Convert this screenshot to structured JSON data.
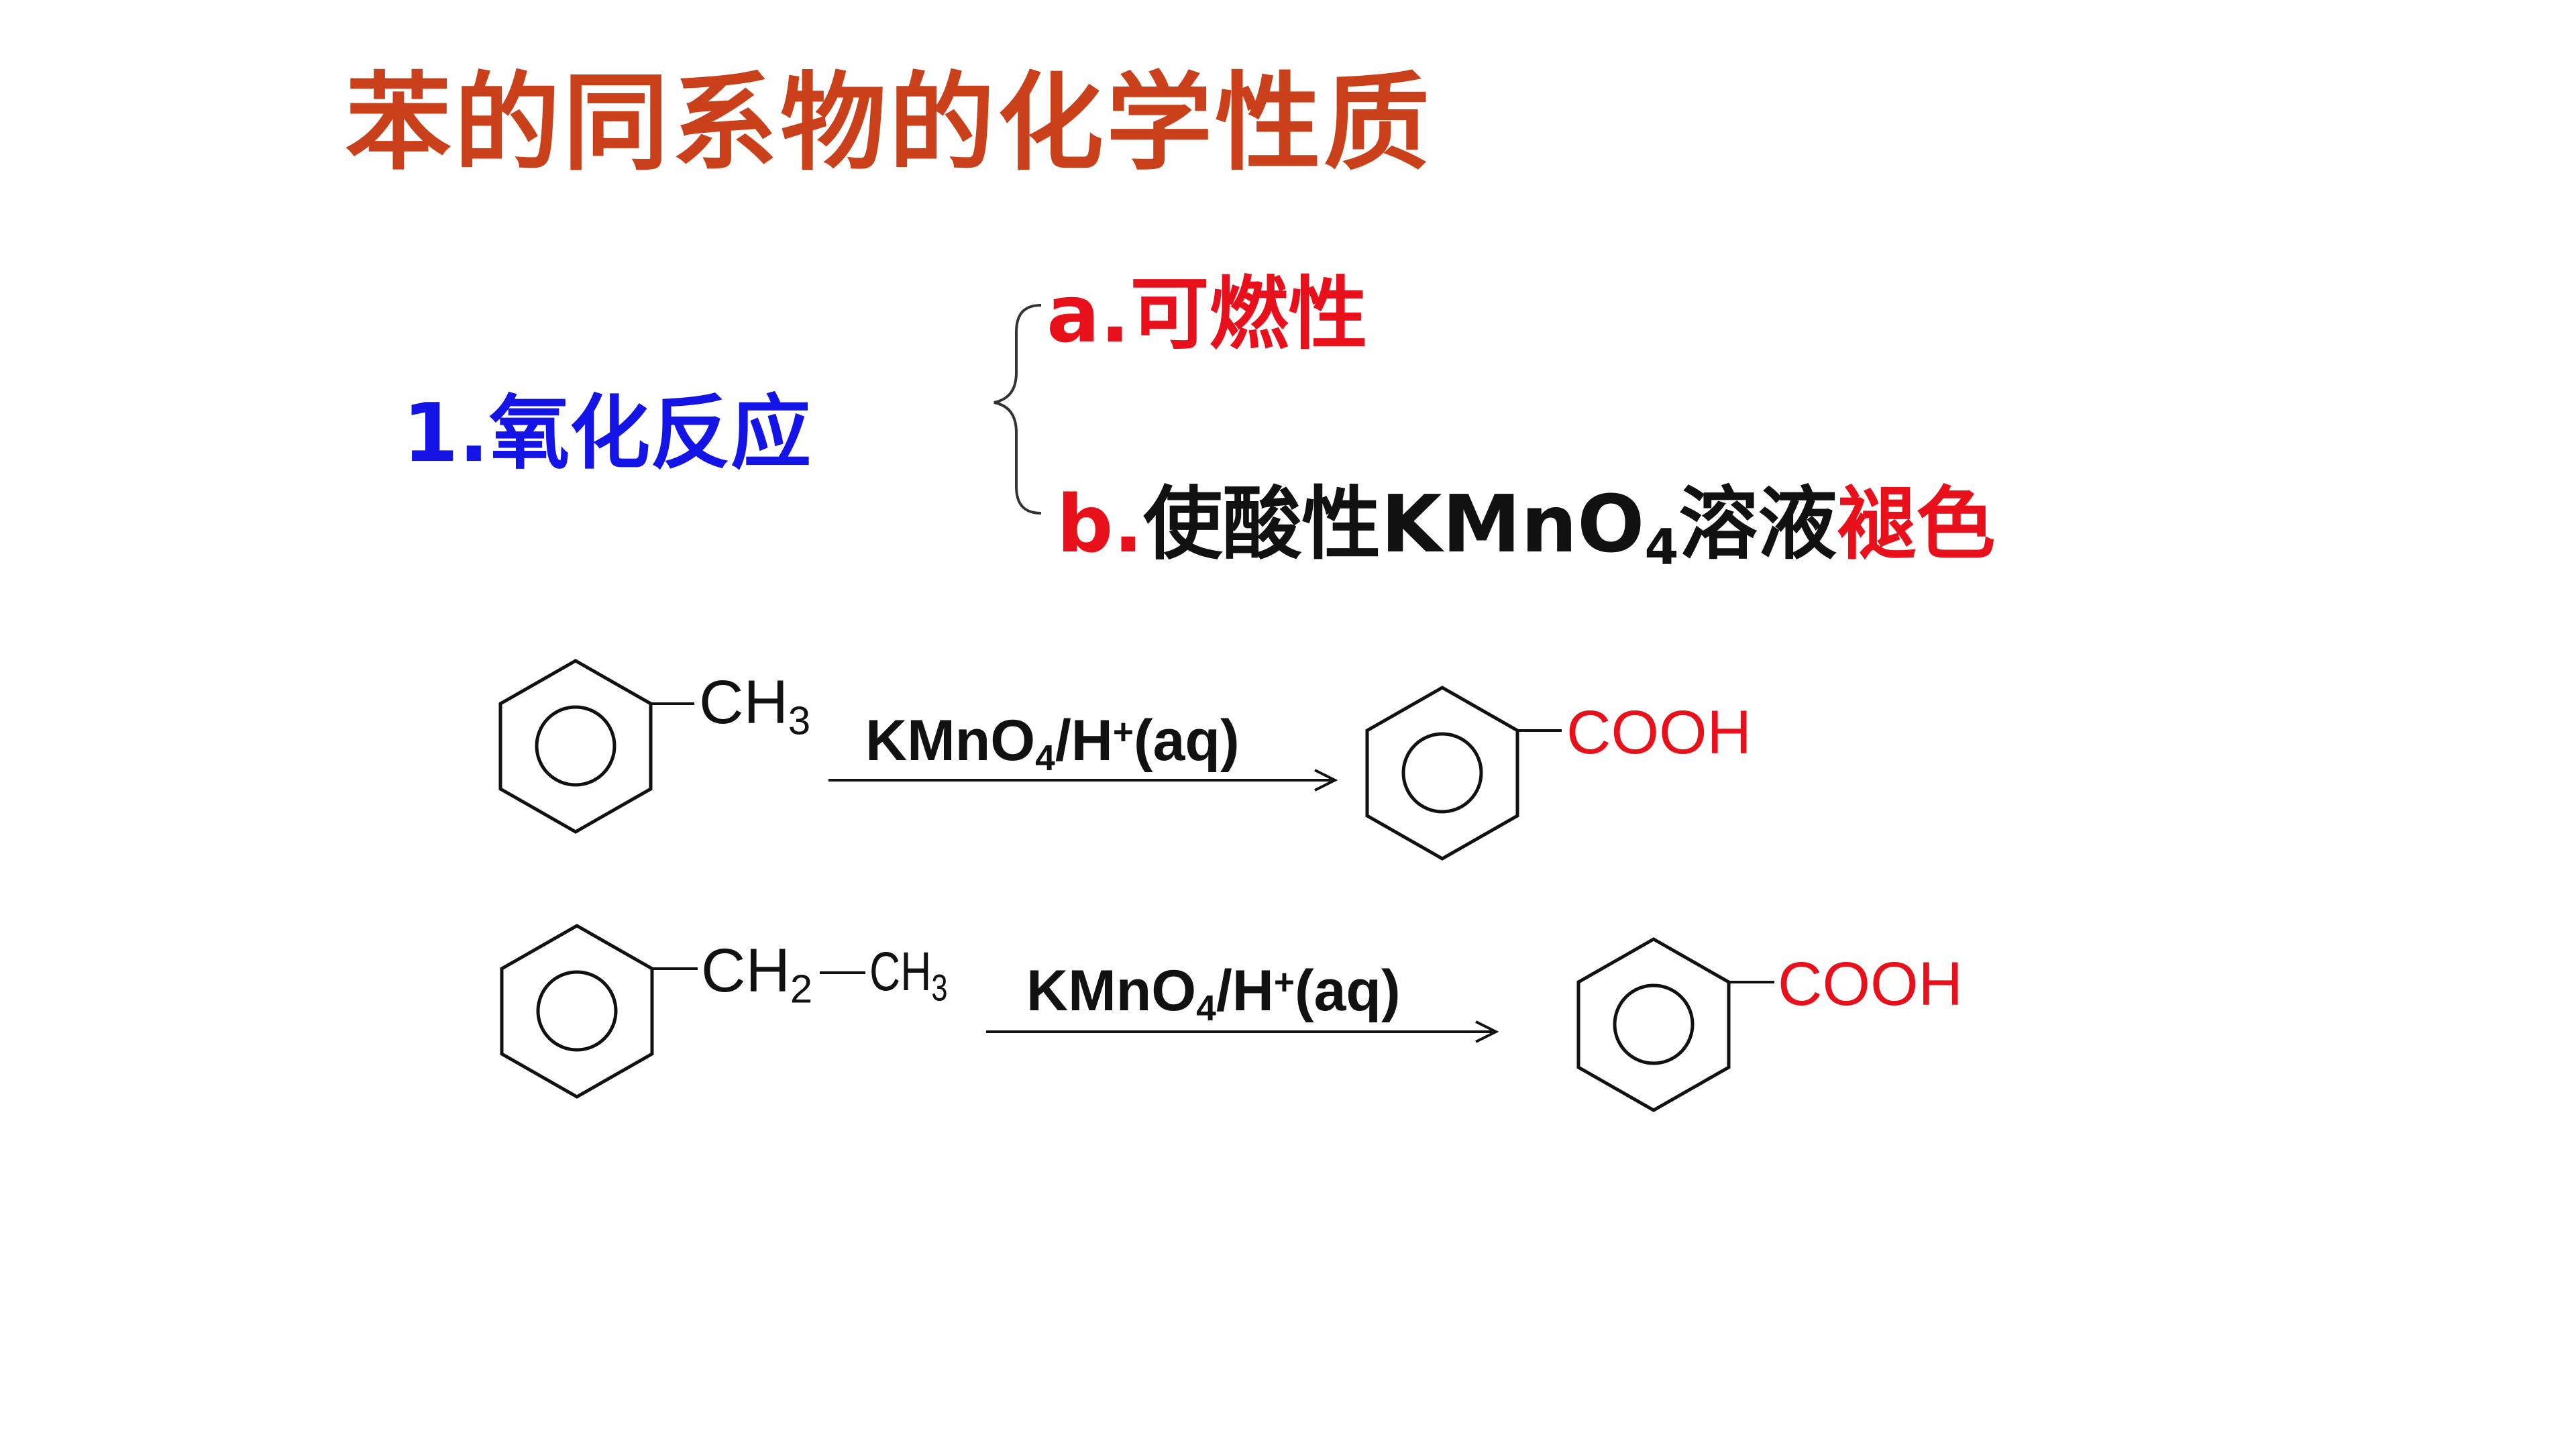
{
  "slide": {
    "title": "苯的同系物的化学性质",
    "section": "1.氧化反应",
    "options": {
      "a": {
        "prefix": "a.",
        "text": "可燃性"
      },
      "b": {
        "prefix": "b.",
        "text_before": "使酸性KMnO",
        "sub": "4",
        "text_after": "溶液",
        "highlight": "褪色"
      }
    }
  },
  "reactions": [
    {
      "reactant": {
        "main": "CH",
        "sub": "3"
      },
      "reagent": {
        "k": "KMnO",
        "sub": "4",
        "h": "/H",
        "sup": "+",
        "tail": "(aq)"
      },
      "product": "COOH"
    },
    {
      "reactant": {
        "first": "CH",
        "first_sub": "2",
        "second": "CH",
        "second_sub": "3"
      },
      "reagent": {
        "k": "KMnO",
        "sub": "4",
        "h": "/H",
        "sup": "+",
        "tail": "(aq)"
      },
      "product": "COOH"
    }
  ],
  "colors": {
    "title": "#C9401A",
    "section": "#1414E6",
    "accent_red": "#E8101A",
    "text": "#111111"
  }
}
